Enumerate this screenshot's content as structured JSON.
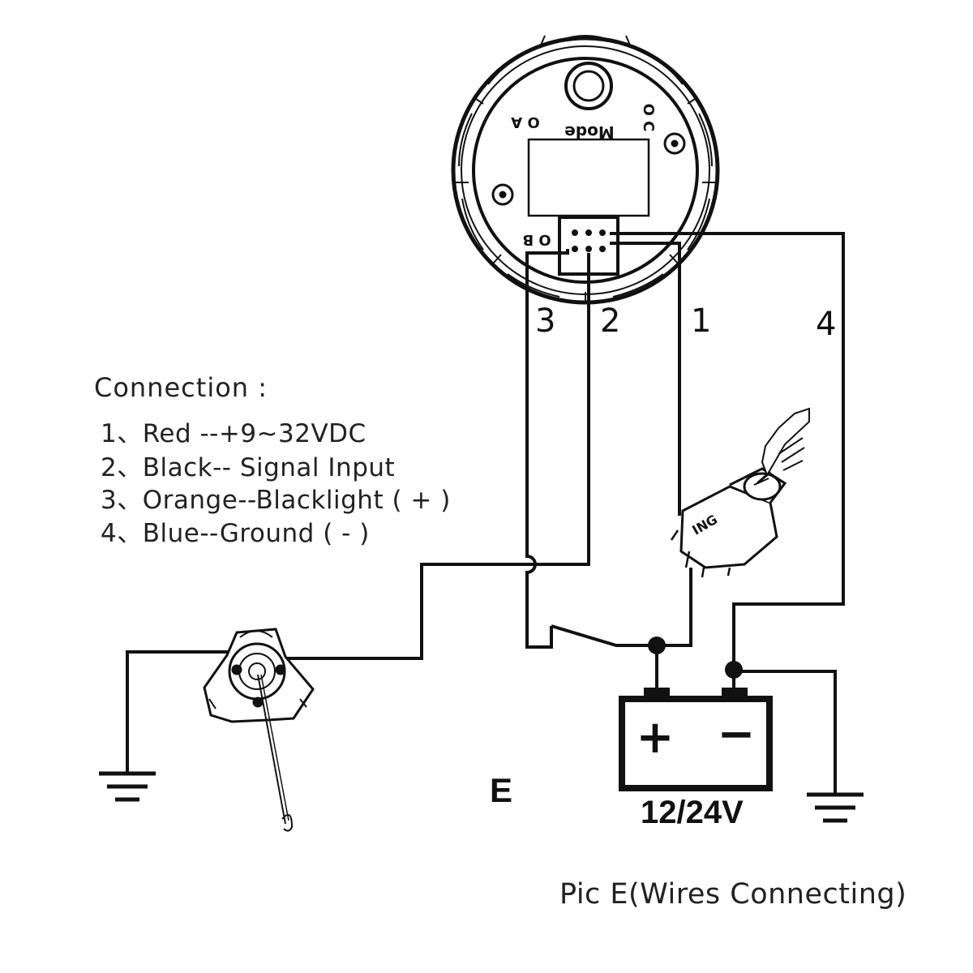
{
  "gauge": {
    "mode_label": "Mode",
    "terminal_a": "O A",
    "terminal_b": "O B",
    "terminal_c": "O C"
  },
  "wire_numbers": [
    "3",
    "2",
    "1",
    "4"
  ],
  "connection": {
    "title": "Connection :",
    "items": [
      "1、Red --+9~32VDC",
      "2、Black-- Signal  Input",
      "3、Orange--Blacklight ( + )",
      "4、Blue--Ground ( - )"
    ]
  },
  "ignition_label": "ING",
  "battery": {
    "plus": "+",
    "minus": "−",
    "voltage": "12/24V"
  },
  "diagram_letter": "E",
  "caption": "Pic E(Wires Connecting)"
}
